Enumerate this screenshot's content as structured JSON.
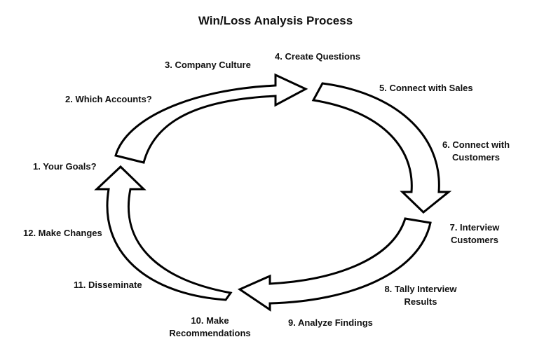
{
  "title": "Win/Loss Analysis Process",
  "steps": [
    {
      "line1": "1. Your Goals?",
      "line2": ""
    },
    {
      "line1": "2. Which Accounts?",
      "line2": ""
    },
    {
      "line1": "3. Company Culture",
      "line2": ""
    },
    {
      "line1": "4. Create Questions",
      "line2": ""
    },
    {
      "line1": "5. Connect with Sales",
      "line2": ""
    },
    {
      "line1": "6. Connect with",
      "line2": "Customers"
    },
    {
      "line1": "7. Interview",
      "line2": "Customers"
    },
    {
      "line1": "8. Tally Interview",
      "line2": "Results"
    },
    {
      "line1": "9. Analyze Findings",
      "line2": ""
    },
    {
      "line1": "10. Make",
      "line2": "Recommendations"
    },
    {
      "line1": "11. Disseminate",
      "line2": ""
    },
    {
      "line1": "12. Make Changes",
      "line2": ""
    }
  ],
  "colors": {
    "stroke": "#000000",
    "fill": "#ffffff",
    "text": "#111111"
  }
}
